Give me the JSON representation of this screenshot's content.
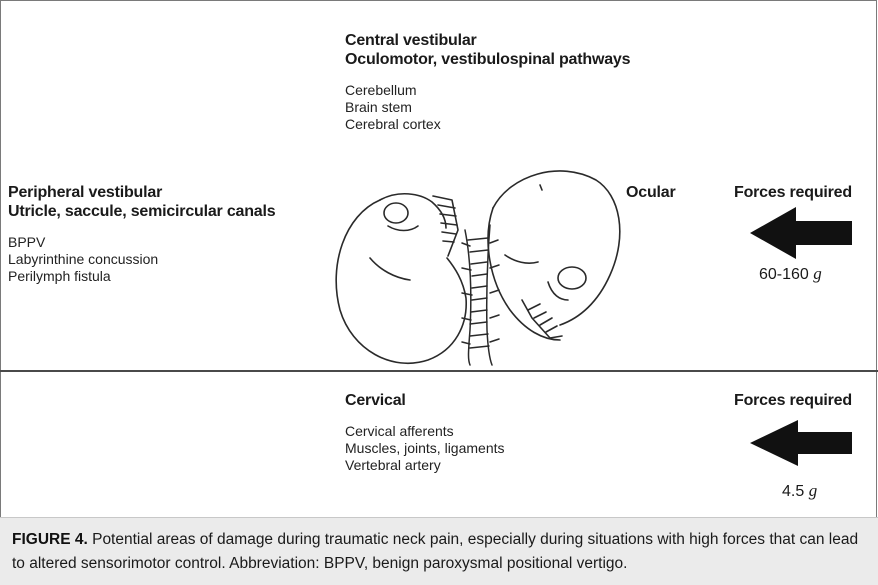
{
  "central": {
    "title": "Central vestibular",
    "subtitle": "Oculomotor, vestibulospinal  pathways",
    "items": [
      "Cerebellum",
      "Brain stem",
      "Cerebral cortex"
    ]
  },
  "peripheral": {
    "title": "Peripheral vestibular",
    "subtitle": "Utricle, saccule, semicircular canals",
    "items": [
      "BPPV",
      "Labyrinthine concussion",
      "Perilymph fistula"
    ]
  },
  "ocular": {
    "title": "Ocular"
  },
  "upper_force": {
    "label": "Forces required",
    "value": "60-160",
    "unit": "g",
    "arrow_icon": "left-arrow-icon"
  },
  "cervical": {
    "title": "Cervical",
    "items": [
      "Cervical afferents",
      "Muscles, joints, ligaments",
      "Vertebral artery"
    ]
  },
  "lower_force": {
    "label": "Forces required",
    "value": "4.5",
    "unit": "g",
    "arrow_icon": "left-arrow-icon"
  },
  "caption": {
    "label": "FIGURE 4.",
    "text": " Potential areas of damage during traumatic neck pain, especially during situations with high forces that can lead to altered sensorimotor control. Abbreviation: BPPV, benign paroxysmal positional vertigo."
  },
  "colors": {
    "caption_bg": "#ebebeb",
    "arrow": "#111111",
    "divider": "#4a4a4a"
  }
}
